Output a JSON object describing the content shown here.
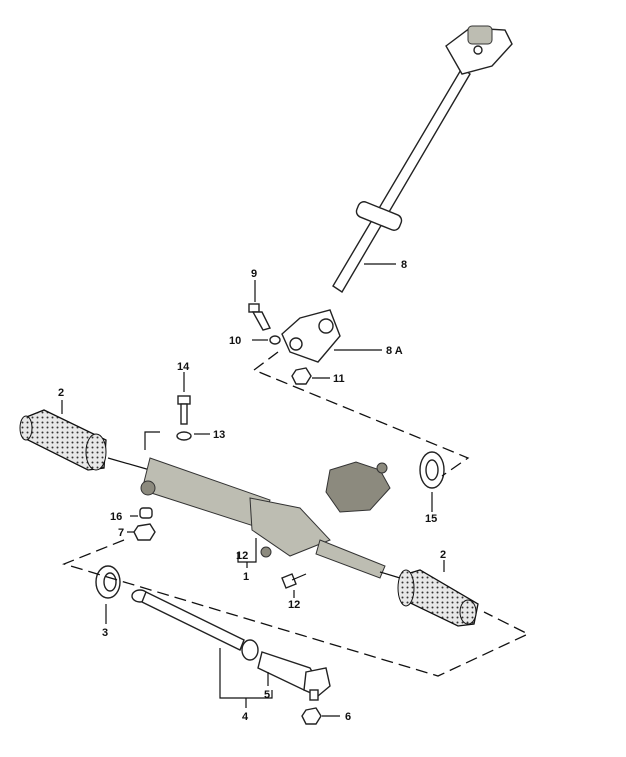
{
  "diagram": {
    "callouts": [
      {
        "id": "c9",
        "text": "9"
      },
      {
        "id": "c8",
        "text": "8"
      },
      {
        "id": "c10",
        "text": "10"
      },
      {
        "id": "c8a",
        "text": "8 A"
      },
      {
        "id": "c11",
        "text": "11"
      },
      {
        "id": "c14",
        "text": "14"
      },
      {
        "id": "c2a",
        "text": "2"
      },
      {
        "id": "c13",
        "text": "13"
      },
      {
        "id": "c15",
        "text": "15"
      },
      {
        "id": "c16",
        "text": "16"
      },
      {
        "id": "c7",
        "text": "7"
      },
      {
        "id": "c12a",
        "text": "12"
      },
      {
        "id": "c1",
        "text": "1"
      },
      {
        "id": "c2b",
        "text": "2"
      },
      {
        "id": "c3",
        "text": "3"
      },
      {
        "id": "c12b",
        "text": "12"
      },
      {
        "id": "c5",
        "text": "5"
      },
      {
        "id": "c4",
        "text": "4"
      },
      {
        "id": "c6",
        "text": "6"
      }
    ]
  }
}
